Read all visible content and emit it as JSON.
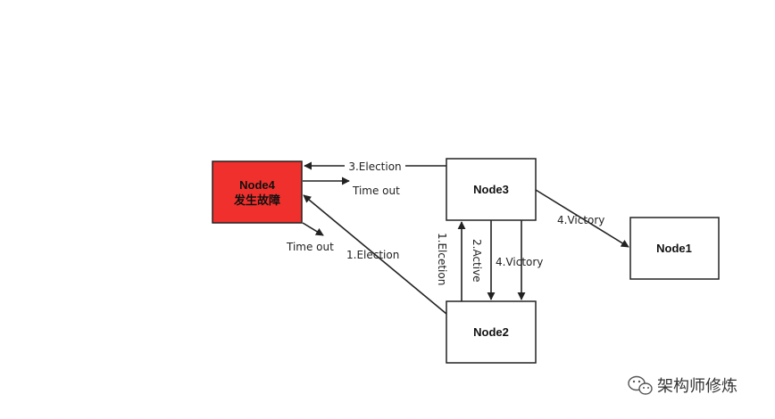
{
  "diagram": {
    "nodes": {
      "node4": {
        "name": "Node4",
        "status": "发生故障"
      },
      "node3": {
        "name": "Node3"
      },
      "node2": {
        "name": "Node2"
      },
      "node1": {
        "name": "Node1"
      }
    },
    "edges": {
      "election_3": "3.Election",
      "timeout_right": "Time out",
      "timeout_down": "Time out",
      "election_1_diag": "1.Election",
      "elcetion_1_vert": "1.Elcetion",
      "active_2": "2.Active",
      "victory_4_down": "4.Victory",
      "victory_4_diag": "4.Victory"
    },
    "colors": {
      "failed_node": "#f0302c",
      "line": "#222222"
    }
  },
  "watermark": {
    "text": "架构师修炼",
    "icon": "wechat-icon"
  }
}
